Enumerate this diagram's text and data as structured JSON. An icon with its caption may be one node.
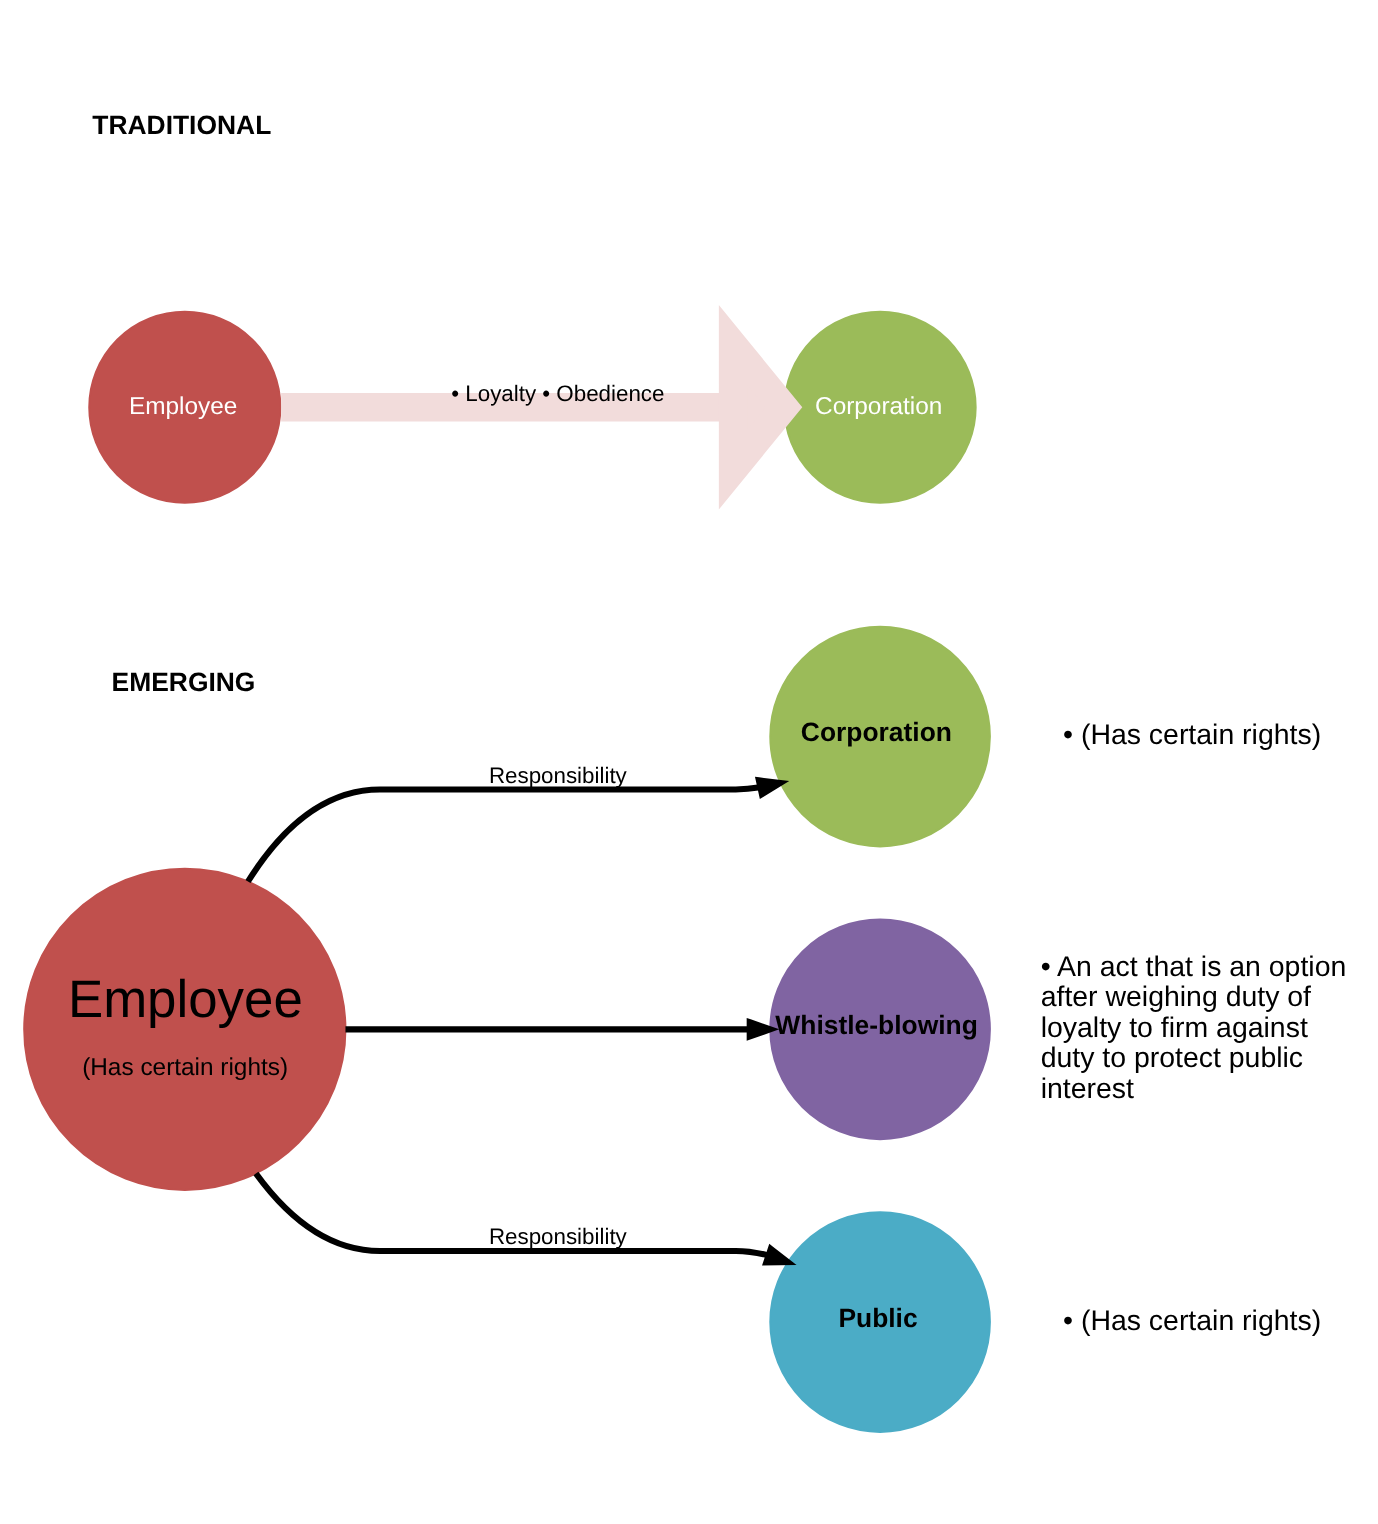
{
  "diagram": {
    "nodes": [
      {
        "text": [
          "Employee"
        ]
      },
      {
        "text": [
          "Corporation"
        ]
      },
      {
        "text": [
          "Employee",
          "(Has certain rights)"
        ]
      },
      {
        "text": [
          "Corporation"
        ],
        "beside": [
          "• (Has certain rights)"
        ]
      },
      {
        "text": [
          "Whistle-blowing"
        ],
        "beside": [
          "• An act that is an option after weighing duty of loyalty to firm against duty to protect public interest"
        ]
      },
      {
        "text": [
          "Public"
        ],
        "beside": [
          "• (Has certain rights)"
        ]
      }
    ],
    "edges": [
      {
        "from": 0,
        "to": 1,
        "arrow": "to",
        "label": "• Loyalty • Obedience",
        "style": "thick",
        "color": "#f2dcdb"
      },
      {
        "from": 2,
        "to": 3,
        "arrow": "to",
        "label": "Responsibility"
      },
      {
        "from": 2,
        "to": 4,
        "arrow": "to"
      },
      {
        "from": 2,
        "to": 5,
        "arrow": "to",
        "label": "Responsibility"
      }
    ],
    "labels": [
      "TRADITIONAL",
      "EMERGING"
    ]
  }
}
